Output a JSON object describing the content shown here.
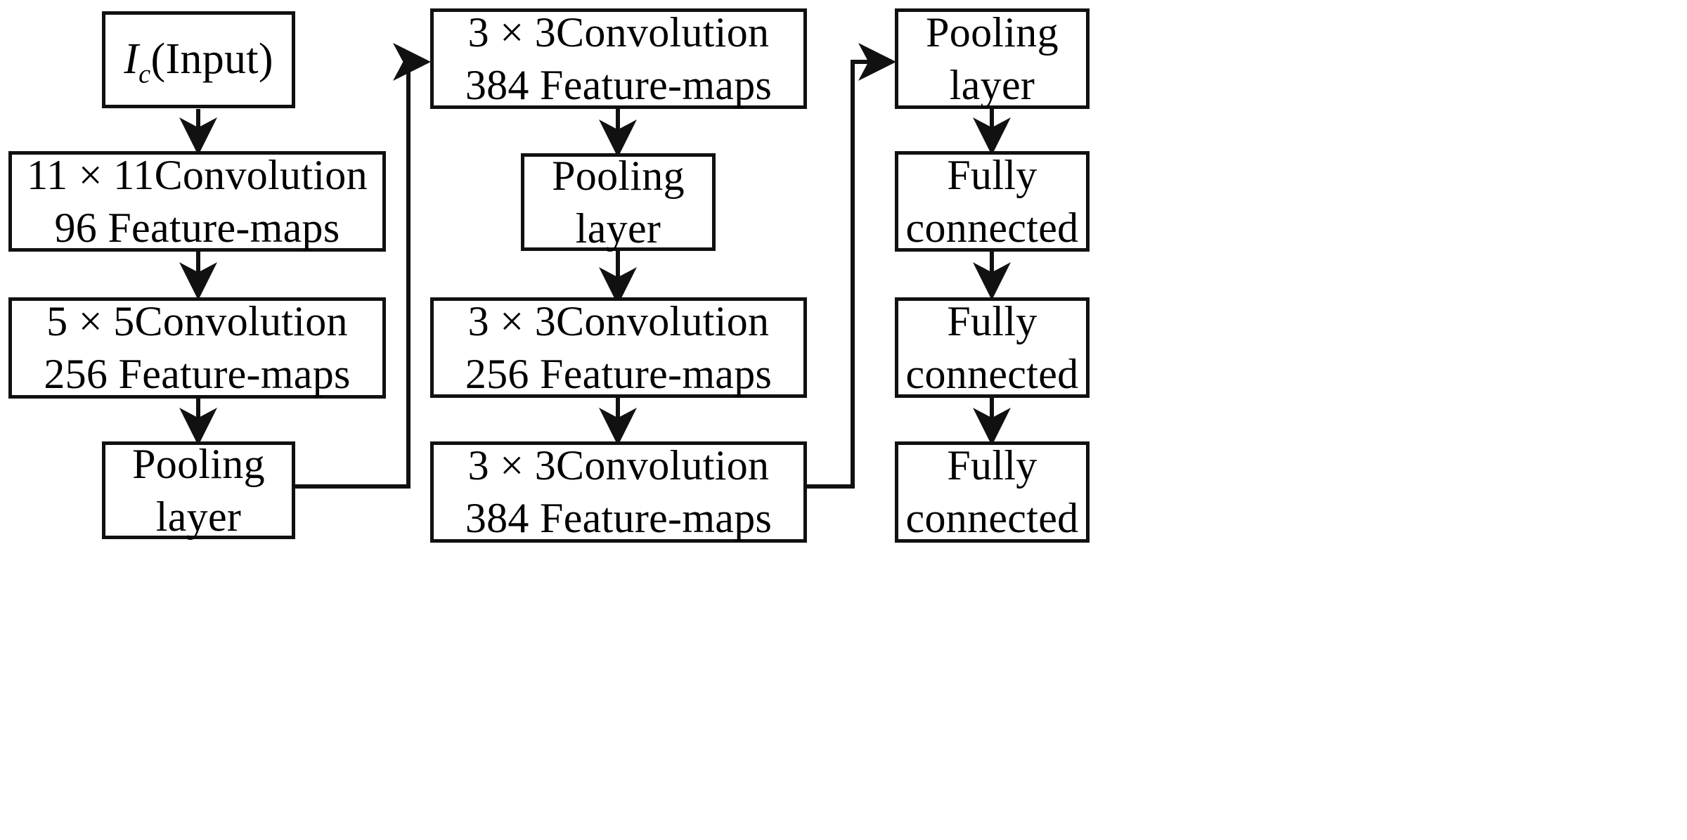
{
  "diagram": {
    "title": "AlexNet-style convolutional neural network architecture flowchart",
    "type": "flowchart",
    "background_color": "#ffffff",
    "line_color": "#111111",
    "text_color": "#000000"
  },
  "nodes": {
    "input": {
      "line1_prefix": "I",
      "line1_sub": "c",
      "line1_suffix": "(Input)",
      "full_text": "Ic(Input)"
    },
    "conv11": {
      "line1": "11 × 11Convolution",
      "line2": "96 Feature-maps"
    },
    "conv5": {
      "line1": "5 × 5Convolution",
      "line2": "256 Feature-maps"
    },
    "pool1": {
      "line1": "Pooling",
      "line2": "layer"
    },
    "conv3a": {
      "line1": "3 × 3Convolution",
      "line2": "384 Feature-maps"
    },
    "pool2": {
      "line1": "Pooling",
      "line2": "layer"
    },
    "conv3b": {
      "line1": "3 × 3Convolution",
      "line2": "256 Feature-maps"
    },
    "conv3c": {
      "line1": "3 × 3Convolution",
      "line2": "384 Feature-maps"
    },
    "pool3": {
      "line1": "Pooling",
      "line2": "layer"
    },
    "fc1": {
      "line1": "Fully",
      "line2": "connected"
    },
    "fc2": {
      "line1": "Fully",
      "line2": "connected"
    },
    "fc3": {
      "line1": "Fully",
      "line2": "connected"
    }
  },
  "flow_sequence": [
    "Ic(Input)",
    "11 × 11Convolution / 96 Feature-maps",
    "5 × 5Convolution / 256 Feature-maps",
    "Pooling layer",
    "3 × 3Convolution / 384 Feature-maps",
    "Pooling layer",
    "3 × 3Convolution / 256 Feature-maps",
    "3 × 3Convolution / 384 Feature-maps",
    "Pooling layer",
    "Fully connected",
    "Fully connected",
    "Fully connected"
  ]
}
